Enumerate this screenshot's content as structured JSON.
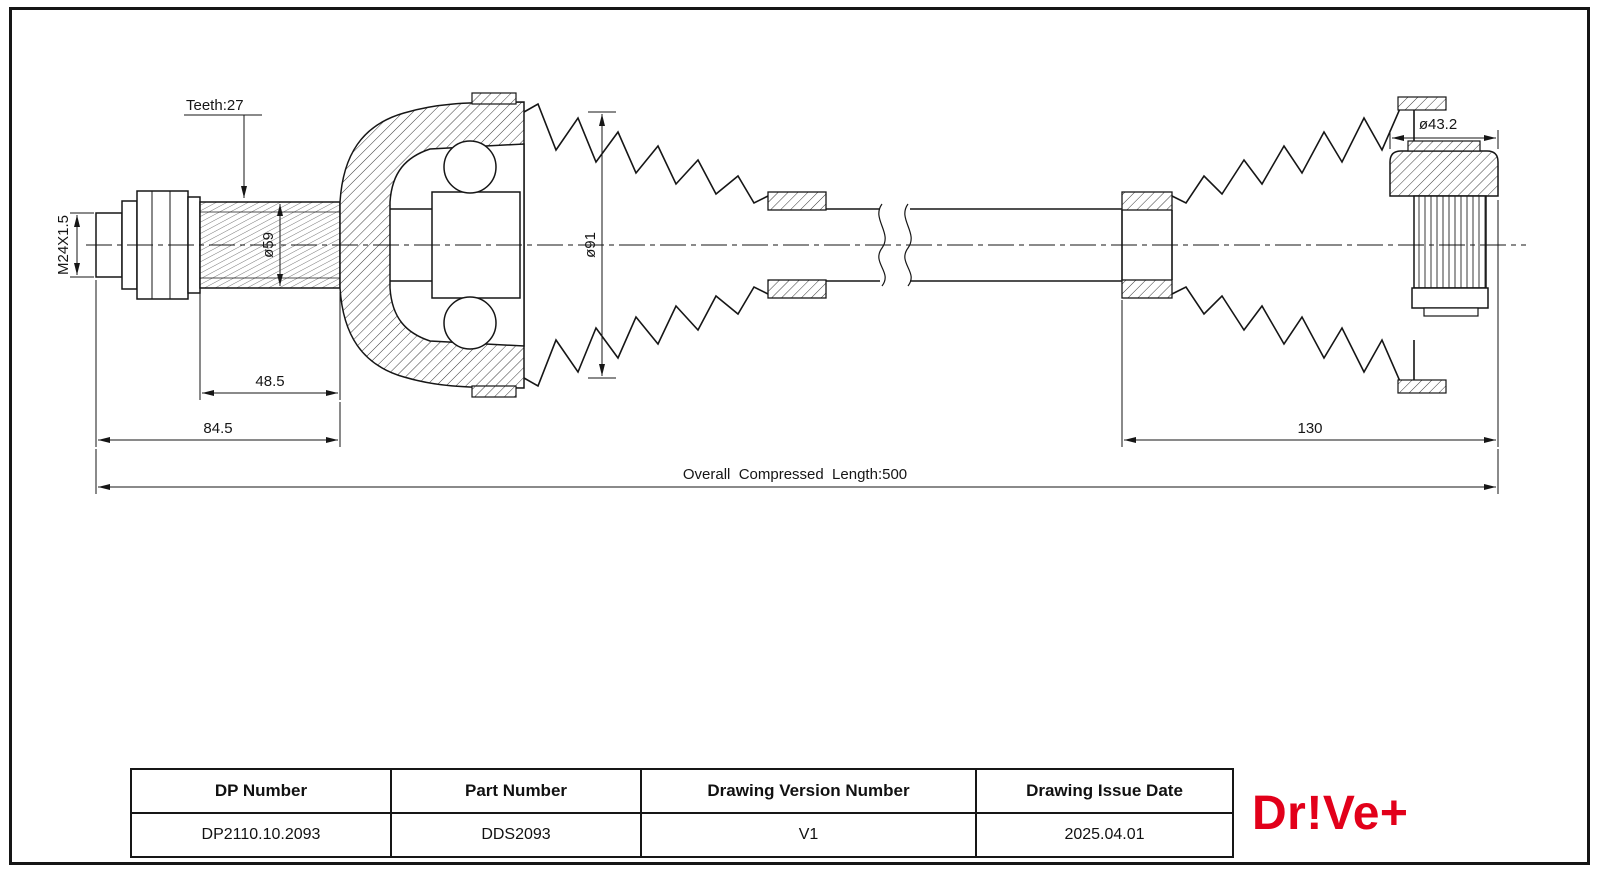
{
  "page": {
    "background": "#ffffff",
    "line_color": "#161616"
  },
  "drawing": {
    "labels": {
      "teeth": "Teeth:27",
      "thread": "M24X1.5",
      "spline_dia": "ø59",
      "boot_dia": "ø91",
      "spline_length": "48.5",
      "stub_length": "84.5",
      "right_joint_length": "130",
      "stub_dia": "ø43.2",
      "overall_length": "Overall  Compressed  Length:500"
    }
  },
  "title_block": {
    "headers": [
      "DP Number",
      "Part Number",
      "Drawing Version Number",
      "Drawing Issue Date"
    ],
    "values": [
      "DP2110.10.2093",
      "DDS2093",
      "V1",
      "2025.04.01"
    ]
  },
  "logo": {
    "text": "Dr!Ve+",
    "color": "#e2001a"
  }
}
